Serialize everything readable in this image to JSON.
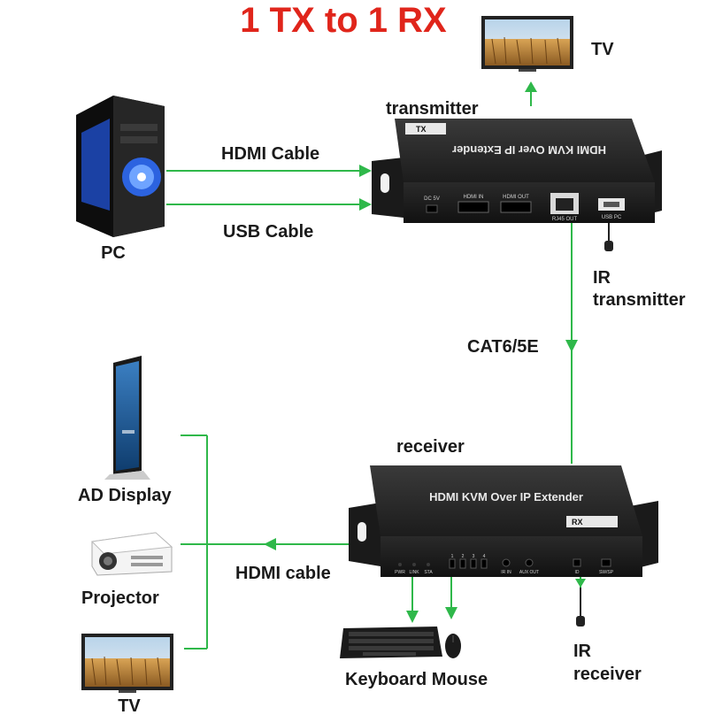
{
  "title": "1 TX to 1 RX",
  "colors": {
    "title": "#e0251b",
    "connector": "#2fb84a",
    "device": "#1c1c1c"
  },
  "labels": {
    "tv_top": "TV",
    "transmitter": "transmitter",
    "hdmi_cable_top": "HDMI Cable",
    "usb_cable": "USB Cable",
    "pc": "PC",
    "ir_transmitter_1": "IR",
    "ir_transmitter_2": "transmitter",
    "cat": "CAT6/5E",
    "receiver": "receiver",
    "ad_display": "AD Display",
    "projector": "Projector",
    "hdmi_cable_bottom": "HDMI cable",
    "keyboard_mouse": "Keyboard Mouse",
    "ir_receiver_1": "IR",
    "ir_receiver_2": "receiver",
    "tv_bottom": "TV"
  },
  "tx_device": {
    "name": "HDMI KVM Over IP Extender",
    "tag": "TX",
    "ports": [
      "DC 5V",
      "HDMI IN",
      "HDMI OUT",
      "RJ45 OUT",
      "USB PC"
    ]
  },
  "rx_device": {
    "name": "HDMI KVM Over IP Extender",
    "tag": "RX",
    "ports": [
      "PWR",
      "LINK",
      "STA",
      "1",
      "2",
      "3",
      "4",
      "IR IN",
      "AUX OUT",
      "ID",
      "SW/SP"
    ]
  }
}
